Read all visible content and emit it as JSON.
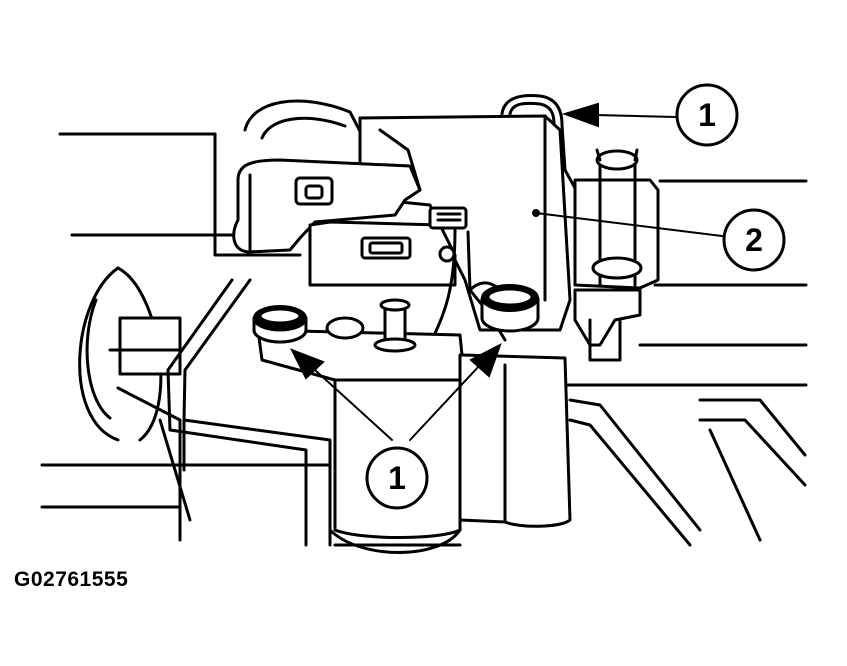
{
  "figure": {
    "id": "G02761555",
    "callouts": [
      {
        "label": "1",
        "target": "top-clip"
      },
      {
        "label": "2",
        "target": "housing"
      },
      {
        "label": "1",
        "target": "lower-fasteners"
      }
    ]
  },
  "colors": {
    "ink": "#000000",
    "paper": "#ffffff"
  }
}
